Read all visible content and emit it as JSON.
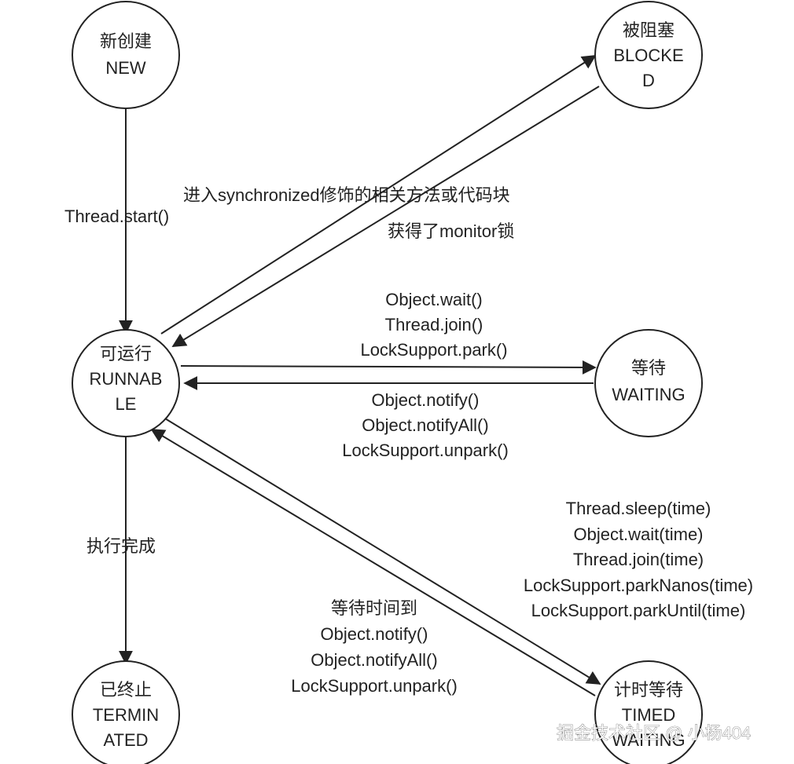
{
  "nodes": {
    "new": [
      "新创建",
      "NEW"
    ],
    "blocked": [
      "被阻塞",
      "BLOCKE",
      "D"
    ],
    "runnable": [
      "可运行",
      "RUNNAB",
      "LE"
    ],
    "waiting": [
      "等待",
      "WAITING"
    ],
    "terminated": [
      "已终止",
      "TERMIN",
      "ATED"
    ],
    "timed_waiting": [
      "计时等待",
      "TIMED",
      "WAITING"
    ]
  },
  "edge_labels": {
    "start": [
      "Thread.start()"
    ],
    "to_blocked": [
      "进入synchronized修饰的相关方法或代码块"
    ],
    "from_blocked": [
      "获得了monitor锁"
    ],
    "to_waiting": [
      "Object.wait()",
      "Thread.join()",
      "LockSupport.park()"
    ],
    "from_waiting": [
      "Object.notify()",
      "Object.notifyAll()",
      "LockSupport.unpark()"
    ],
    "to_timed": [
      "Thread.sleep(time)",
      "Object.wait(time)",
      "Thread.join(time)",
      "LockSupport.parkNanos(time)",
      "LockSupport.parkUntil(time)"
    ],
    "from_timed": [
      "等待时间到",
      "Object.notify()",
      "Object.notifyAll()",
      "LockSupport.unpark()"
    ],
    "done": [
      "执行完成"
    ]
  },
  "watermark": "掘金技术社区 @ 小杨404"
}
